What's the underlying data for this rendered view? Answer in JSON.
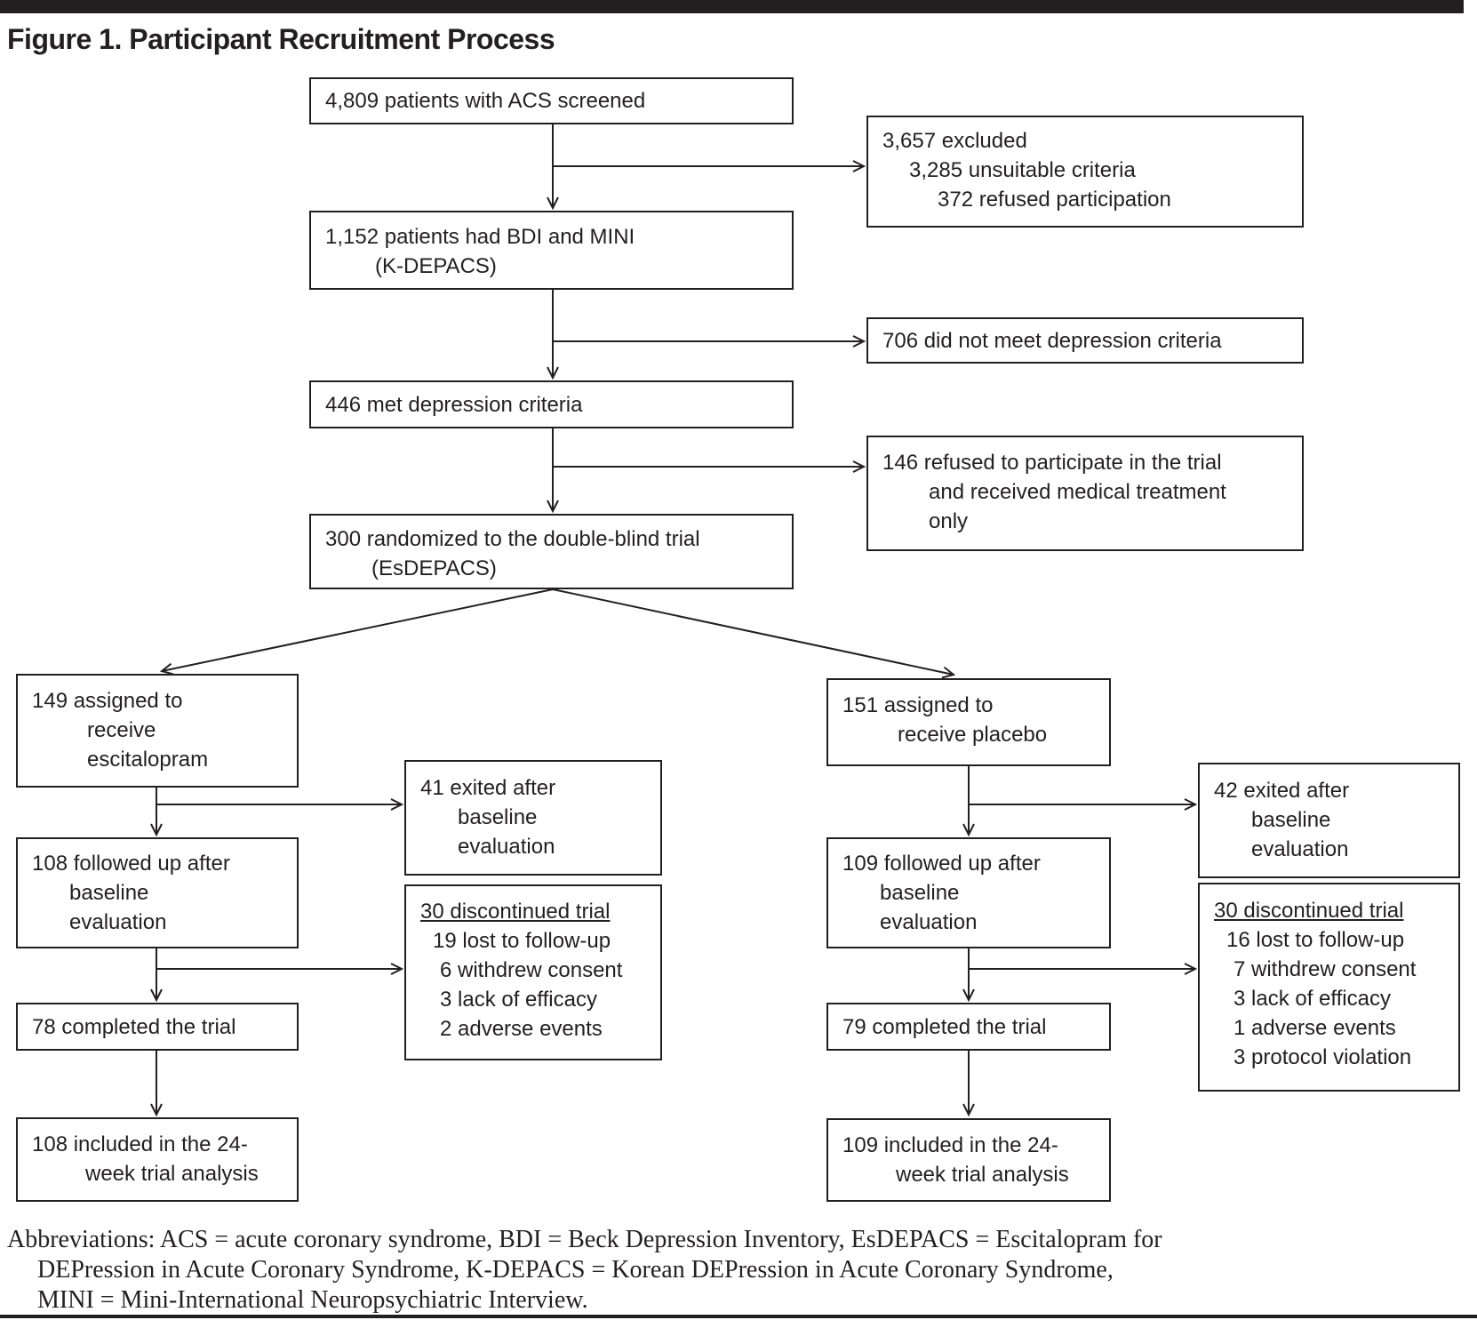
{
  "page": {
    "title": "Figure 1. Participant Recruitment Process"
  },
  "boxes": {
    "screened": {
      "lines": [
        "4,809 patients with ACS screened"
      ]
    },
    "excluded": {
      "lines": [
        "3,657 excluded",
        "3,285 unsuitable criteria",
        "372 refused participation"
      ]
    },
    "bdi_mini": {
      "lines": [
        "1,152 patients had BDI and MINI",
        "(K-DEPACS)"
      ]
    },
    "no_depression_criteria": {
      "lines": [
        "706 did not meet depression criteria"
      ]
    },
    "met_criteria": {
      "lines": [
        "446 met depression criteria"
      ]
    },
    "refused_trial": {
      "lines": [
        "146 refused to participate in the trial",
        "and received medical treatment",
        "only"
      ]
    },
    "randomized": {
      "lines": [
        "300 randomized to the double-blind trial",
        "(EsDEPACS)"
      ]
    },
    "escitalopram_assigned": {
      "lines": [
        "149 assigned to",
        "receive",
        "escitalopram"
      ]
    },
    "placebo_assigned": {
      "lines": [
        "151 assigned to",
        "receive placebo"
      ]
    },
    "escitalopram_exited": {
      "lines": [
        "41 exited after",
        "baseline",
        "evaluation"
      ]
    },
    "placebo_exited": {
      "lines": [
        "42 exited after",
        "baseline",
        "evaluation"
      ]
    },
    "escitalopram_followed": {
      "lines": [
        "108 followed up after",
        "baseline",
        "evaluation"
      ]
    },
    "placebo_followed": {
      "lines": [
        "109 followed up after",
        "baseline",
        "evaluation"
      ]
    },
    "escitalopram_discontinued": {
      "header": "30 discontinued trial",
      "items": [
        "19 lost to follow-up",
        "6 withdrew consent",
        "3 lack of efficacy",
        "2 adverse events"
      ]
    },
    "placebo_discontinued": {
      "header": "30 discontinued trial",
      "items": [
        "16 lost to follow-up",
        "7 withdrew consent",
        "3 lack of efficacy",
        "1 adverse events",
        "3 protocol violation"
      ]
    },
    "escitalopram_completed": {
      "lines": [
        "78 completed the trial"
      ]
    },
    "placebo_completed": {
      "lines": [
        "79 completed the trial"
      ]
    },
    "escitalopram_analysis": {
      "lines": [
        "108 included in the 24-",
        "week trial analysis"
      ]
    },
    "placebo_analysis": {
      "lines": [
        "109 included in the 24-",
        "week trial analysis"
      ]
    }
  },
  "footnote": {
    "lines": [
      "Abbreviations: ACS = acute coronary syndrome, BDI = Beck Depression Inventory, EsDEPACS = Escitalopram for",
      "DEPression in Acute Coronary Syndrome, K-DEPACS = Korean DEPression in Acute Coronary Syndrome,",
      "MINI = Mini-International Neuropsychiatric Interview."
    ]
  },
  "colors": {
    "ink": "#231f20",
    "background": "#ffffff",
    "top_bar": "#231f20",
    "bottom_rule": "#231f20"
  }
}
